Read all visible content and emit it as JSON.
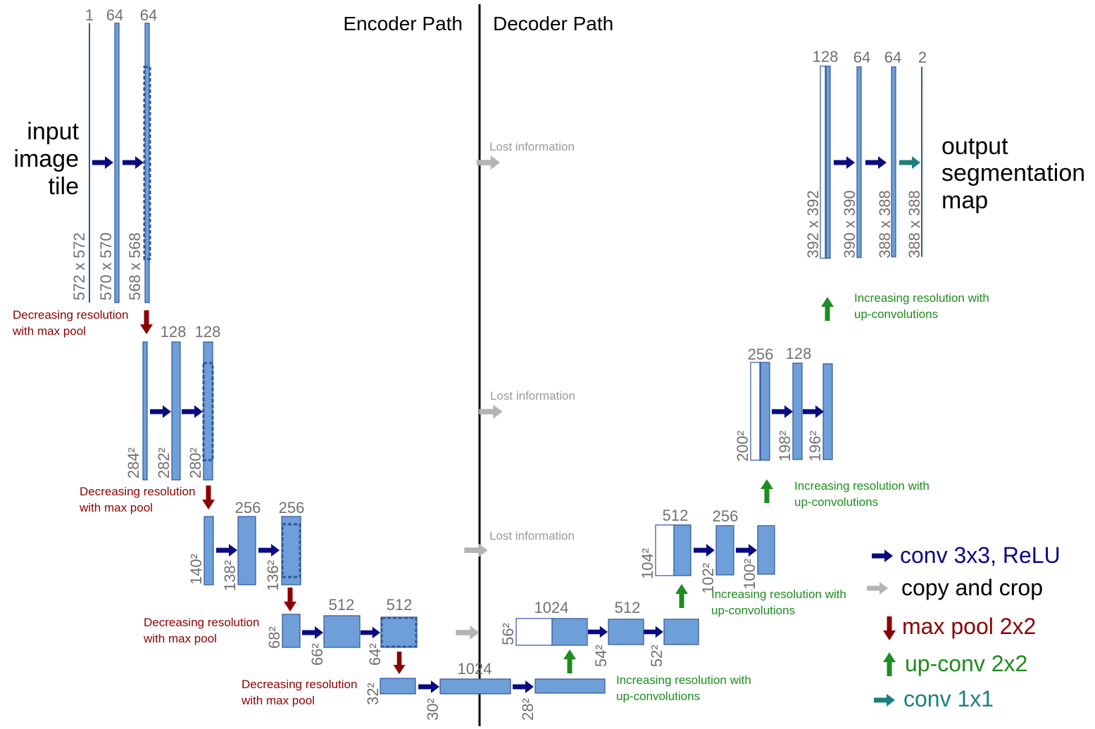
{
  "headers": {
    "encoder": "Encoder Path",
    "decoder": "Decoder Path"
  },
  "input_label": [
    "input",
    "image",
    "tile"
  ],
  "output_label": [
    "output",
    "segmentation",
    "map"
  ],
  "lost_information": "Lost information",
  "maxpool_note": [
    "Decreasing resolution",
    "with max pool"
  ],
  "upconv_note": [
    "Increasing resolution with",
    "up-convolutions"
  ],
  "channels": {
    "l1": [
      "1",
      "64",
      "64"
    ],
    "l2": [
      "128",
      "128"
    ],
    "l3": [
      "256",
      "256"
    ],
    "l4": [
      "512",
      "512"
    ],
    "l5": "1024",
    "d4": [
      "1024",
      "512"
    ],
    "d3": [
      "512",
      "256"
    ],
    "d2": [
      "256",
      "128"
    ],
    "d1": [
      "128",
      "64",
      "64",
      "2"
    ]
  },
  "dims": {
    "l1": [
      "572 x 572",
      "570 x 570",
      "568 x 568"
    ],
    "l2": [
      "284²",
      "282²",
      "280²"
    ],
    "l3": [
      "140²",
      "138²",
      "136²"
    ],
    "l4": [
      "68²",
      "66²",
      "64²"
    ],
    "l5": [
      "32²",
      "30²",
      "28²"
    ],
    "d4": [
      "56²",
      "54²",
      "52²"
    ],
    "d3": [
      "104²",
      "102²",
      "100²"
    ],
    "d2": [
      "200²",
      "198²",
      "196²"
    ],
    "d1": [
      "392 x 392",
      "390 x 390",
      "388 x 388",
      "388 x 388"
    ]
  },
  "legend": [
    {
      "label": "conv 3x3, ReLU",
      "color": "#0a0a80",
      "icon": "arrow-right-icon"
    },
    {
      "label": "copy and crop",
      "color": "#000000",
      "icon": "arrow-right-icon"
    },
    {
      "label": "max pool 2x2",
      "color": "#8b0000",
      "icon": "arrow-down-icon"
    },
    {
      "label": "up-conv 2x2",
      "color": "#1e8c1e",
      "icon": "arrow-up-icon"
    },
    {
      "label": "conv 1x1",
      "color": "#1a8080",
      "icon": "arrow-right-icon"
    }
  ],
  "colors": {
    "conv": "#0a0a80",
    "copy": "#b4b4b4",
    "maxpool": "#8b0000",
    "upconv": "#1e8c1e",
    "conv1x1": "#1a8080",
    "feature_map": "#6f9fd8"
  }
}
